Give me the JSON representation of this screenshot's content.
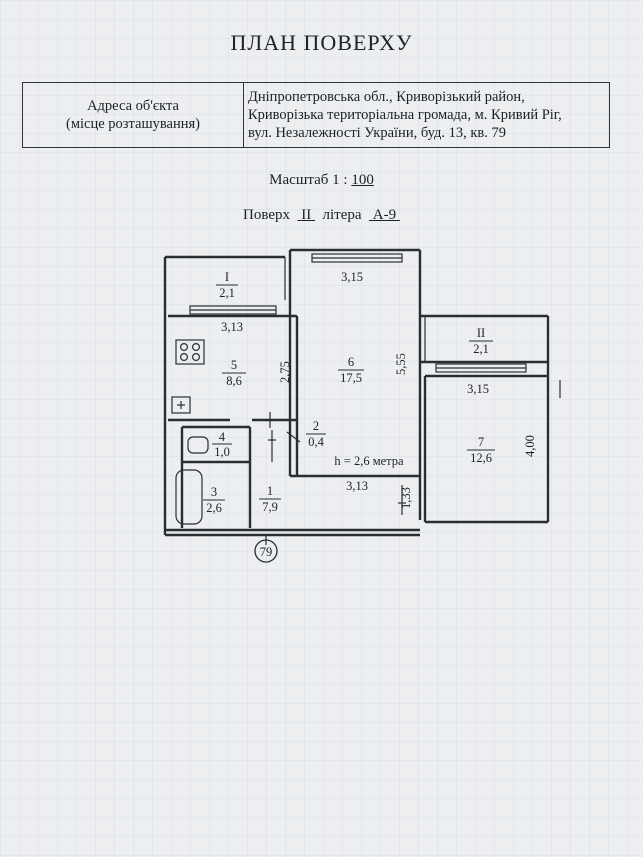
{
  "title": "ПЛАН ПОВЕРХУ",
  "address": {
    "label_line1": "Адреса об'єкта",
    "label_line2": "(місце розташування)",
    "value_line1": "Дніпропетровська обл., Криворізький район,",
    "value_line2": "Криворізька територіальна громада, м. Кривий Ріг,",
    "value_line3": "вул. Незалежності України, буд. 13, кв. 79"
  },
  "scale": {
    "label": "Масштаб 1 :",
    "value": "100"
  },
  "floor": {
    "label": "Поверх",
    "value": "II",
    "litera_label": "літера",
    "litera_value": "А-9"
  },
  "plan": {
    "apartment_number": "79",
    "ceiling_height": "h = 2,6 метра",
    "rooms": [
      {
        "id": "I",
        "area": "2,1"
      },
      {
        "id": "5",
        "area": "8,6"
      },
      {
        "id": "6",
        "area": "17,5"
      },
      {
        "id": "II",
        "area": "2,1"
      },
      {
        "id": "7",
        "area": "12,6"
      },
      {
        "id": "2",
        "area": "0,4"
      },
      {
        "id": "4",
        "area": "1,0"
      },
      {
        "id": "3",
        "area": "2,6"
      },
      {
        "id": "1",
        "area": "7,9"
      }
    ],
    "dimensions": {
      "d_313_kitchen": "3,13",
      "d_275": "2,75",
      "d_315_top": "3,15",
      "d_555": "5,55",
      "d_315_right": "3,15",
      "d_400": "4,00",
      "d_313_bottom": "3,13",
      "d_133": "1,33"
    }
  }
}
